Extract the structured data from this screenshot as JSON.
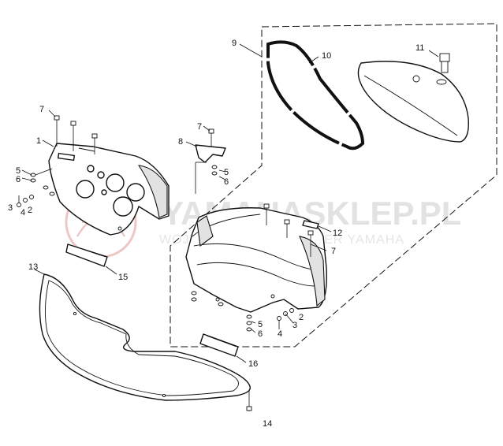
{
  "watermark": {
    "title": "YAMAHASKLEP.PL",
    "subtitle": "WOJDECHOWSKI - DEALER YAMAHA",
    "color": "#d9d9d9",
    "logo_color": "#e8b4b4"
  },
  "callouts": {
    "c1": "1",
    "c2a": "2",
    "c2b": "2",
    "c3a": "3",
    "c3b": "3",
    "c4a": "4",
    "c4b": "4",
    "c5a": "5",
    "c5b": "5",
    "c5c": "5",
    "c6a": "6",
    "c6b": "6",
    "c6c": "6",
    "c7a": "7",
    "c7b": "7",
    "c7c": "7",
    "c8": "8",
    "c9": "9",
    "c10": "10",
    "c11": "11",
    "c12": "12",
    "c13": "13",
    "c14": "14",
    "c15": "15",
    "c16": "16"
  },
  "colors": {
    "line": "#111111",
    "background": "#ffffff"
  }
}
